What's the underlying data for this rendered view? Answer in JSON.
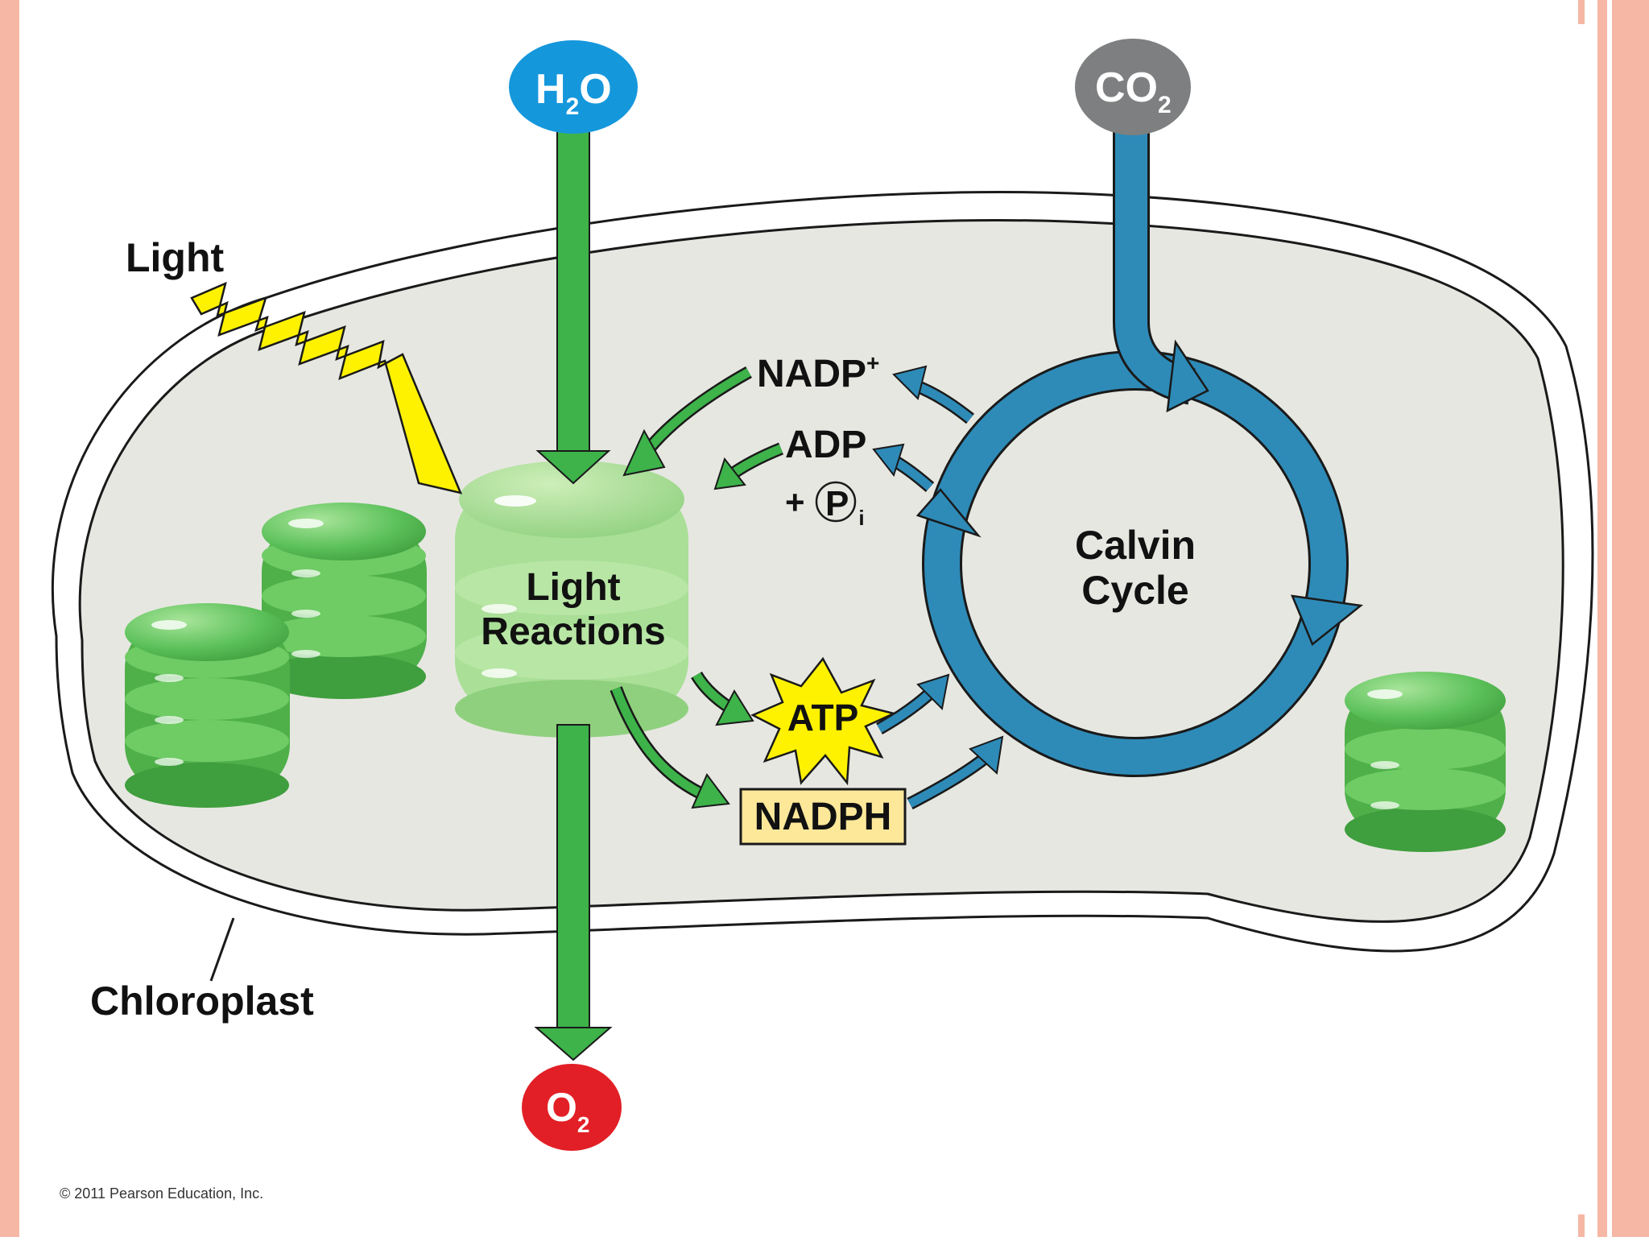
{
  "colors": {
    "frame_pink": "#f6b7a5",
    "frame_orange": "#ee8a6e",
    "stroma": "#e7e7e2",
    "thylakoid": "#5cc15a",
    "green_arrow": "#3db34a",
    "calvin_blue": "#2e8bb8",
    "water_blue": "#1597dc",
    "co2_gray": "#7d7f81",
    "o2_red": "#e21f26",
    "light_yellow": "#fff200",
    "atp_yellow": "#fff200",
    "nadph_fill": "#fde89a"
  },
  "labels": {
    "light": "Light",
    "chloroplast": "Chloroplast",
    "light_reactions_line1": "Light",
    "light_reactions_line2": "Reactions",
    "calvin_line1": "Calvin",
    "calvin_line2": "Cycle",
    "nadp": "NADP",
    "nadp_sup": "+",
    "adp": "ADP",
    "plus": "+",
    "pi": "P",
    "pi_sub": "i",
    "atp": "ATP",
    "nadph": "NADPH",
    "h2o_h": "H",
    "h2o_sub": "2",
    "h2o_o": "O",
    "co2_co": "CO",
    "co2_sub": "2",
    "o2_o": "O",
    "o2_sub": "2"
  },
  "copyright": "© 2011 Pearson Education, Inc."
}
